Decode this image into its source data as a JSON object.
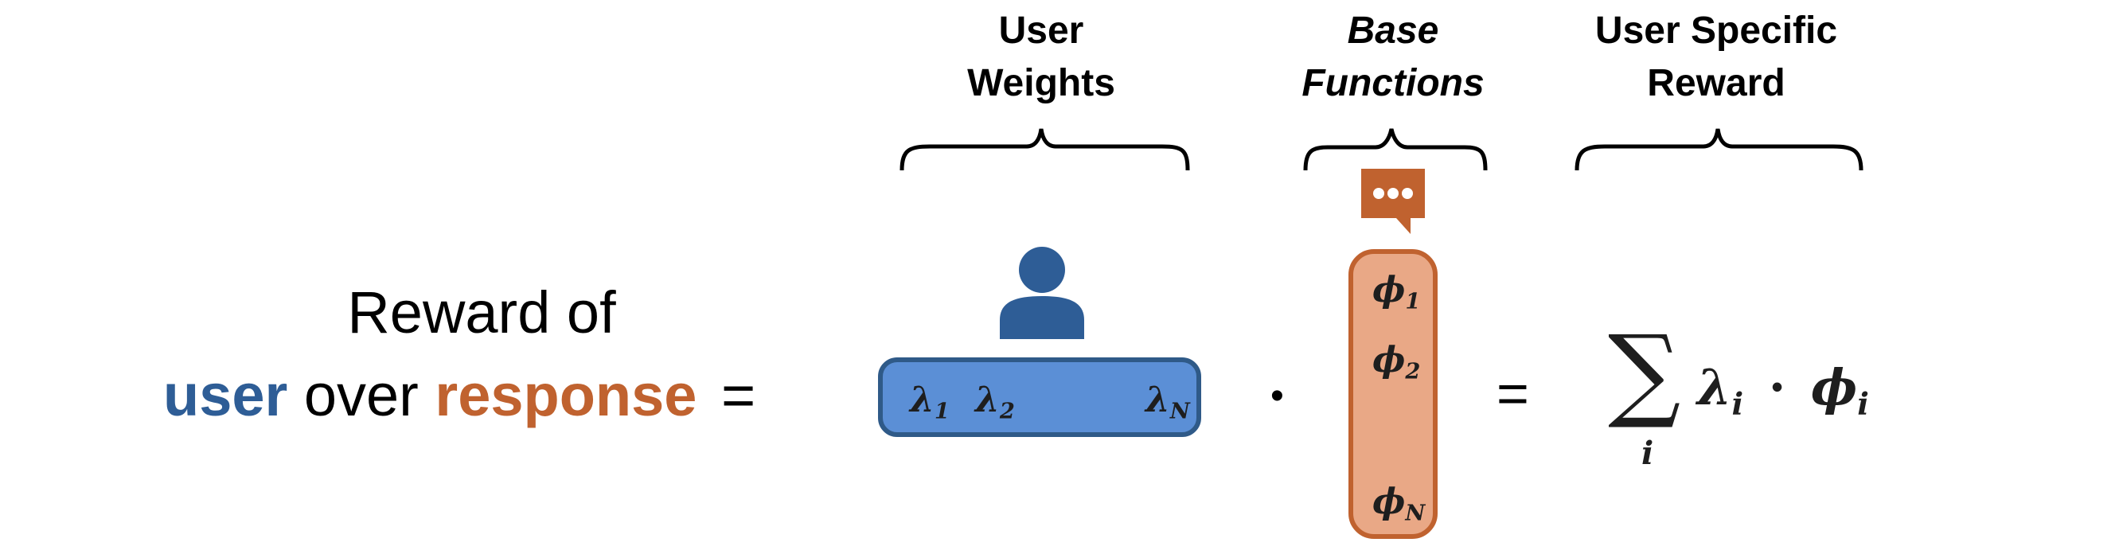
{
  "headers": {
    "user_weights": [
      "User",
      "Weights"
    ],
    "base_functions": [
      "Base",
      "Functions"
    ],
    "user_specific_reward": [
      "User Specific",
      "Reward"
    ]
  },
  "left_text": {
    "line1": "Reward of",
    "user_word": "user",
    "over_word": "over",
    "response_word": "response",
    "equals": "="
  },
  "weights_vector": {
    "items": [
      {
        "sym": "λ",
        "sub": "1"
      },
      {
        "sym": "λ",
        "sub": "2"
      },
      {
        "sym": "λ",
        "sub": "N"
      }
    ]
  },
  "dot_operator": "•",
  "base_vector": {
    "items": [
      {
        "sym": "ϕ",
        "sub": "1"
      },
      {
        "sym": "ϕ",
        "sub": "2"
      },
      {
        "sym": "ϕ",
        "sub": "N"
      }
    ]
  },
  "equals_right": "=",
  "formula": {
    "sum_symbol": "∑",
    "index": "i",
    "term_left": "λ",
    "term_left_sub": "i",
    "dot": "·",
    "term_right": "ϕ",
    "term_right_sub": "i"
  },
  "colors": {
    "user_blue": "#2e5d96",
    "weights_fill": "#5b8fd6",
    "weights_border": "#2f5a88",
    "response_orange": "#c0622f",
    "base_fill": "#e9a886",
    "base_border": "#c0622f"
  },
  "icons": {
    "user": "user-icon",
    "speech": "speech-bubble-icon"
  }
}
